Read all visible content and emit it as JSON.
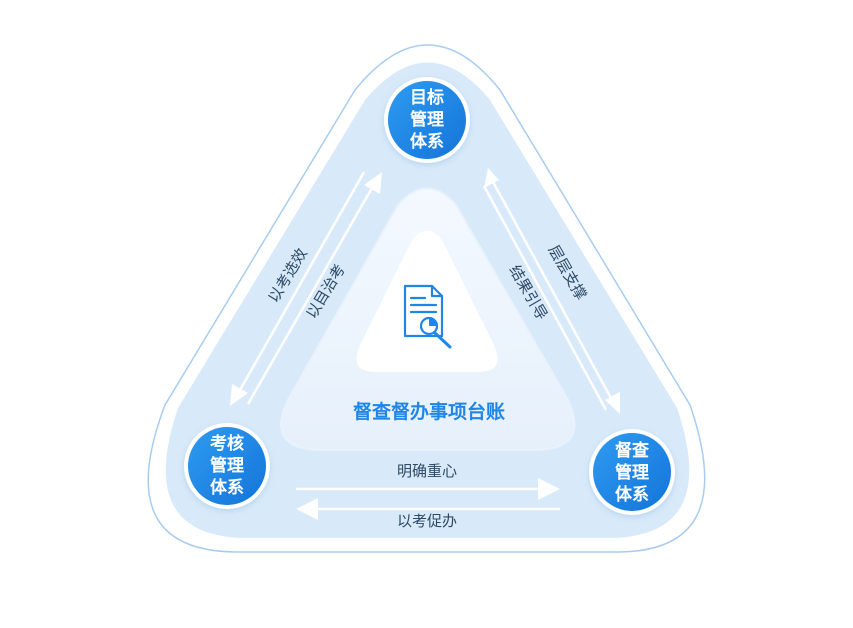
{
  "nodes": {
    "top": {
      "lines": [
        "目标",
        "管理",
        "体系"
      ]
    },
    "left": {
      "lines": [
        "考核",
        "管理",
        "体系"
      ]
    },
    "right": {
      "lines": [
        "督查",
        "管理",
        "体系"
      ]
    }
  },
  "center": {
    "title": "督查督办事项台账",
    "icon": "document-chart-search-icon"
  },
  "edges": {
    "left_outer": "以考选效",
    "left_inner": "以目治考",
    "right_inner": "结果引导",
    "right_outer": "层层支撑",
    "bottom_top": "明确重心",
    "bottom_bottom": "以考促办"
  },
  "colors": {
    "outer_stroke": "#9cc6ee",
    "outer_fill": "#ffffff",
    "band_fill": "#d6e8f8",
    "inner_fill": "#f0f6fd",
    "node_fill": "#1f86e8",
    "node_ring": "#ffffff",
    "arrow": "#ffffff",
    "accent": "#1f86e8"
  }
}
